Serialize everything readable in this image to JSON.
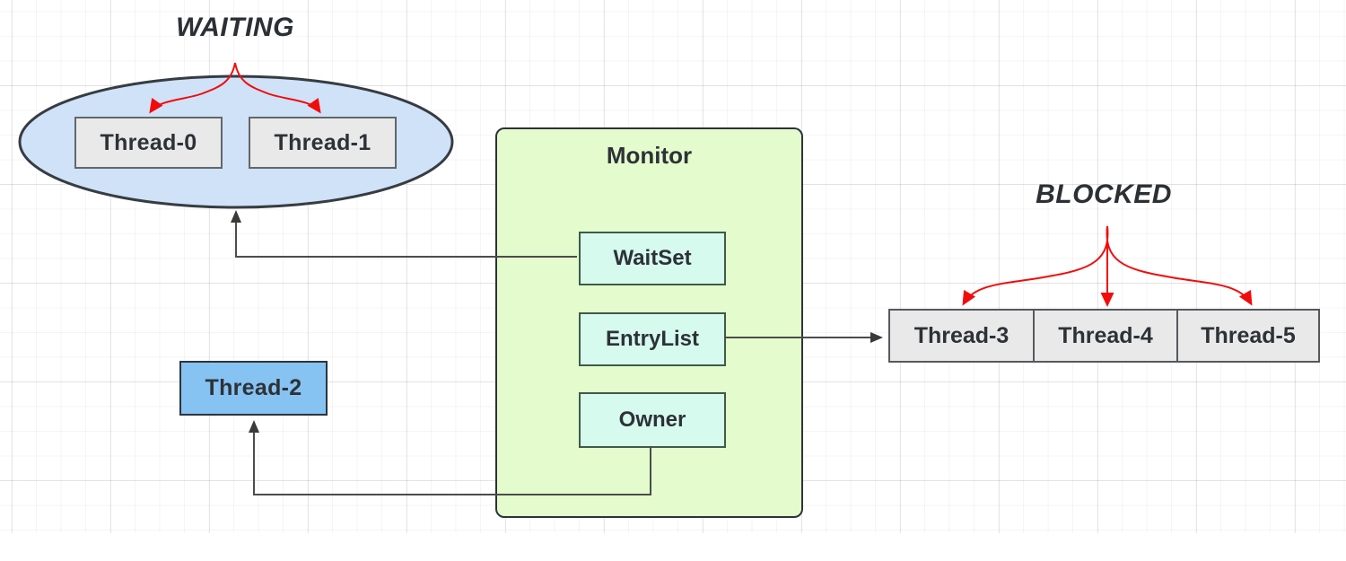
{
  "labels": {
    "waiting": "WAITING",
    "blocked": "BLOCKED",
    "monitor": "Monitor"
  },
  "nodes": {
    "thread0": "Thread-0",
    "thread1": "Thread-1",
    "thread2": "Thread-2",
    "thread3": "Thread-3",
    "thread4": "Thread-4",
    "thread5": "Thread-5",
    "waitset": "WaitSet",
    "entrylist": "EntryList",
    "owner": "Owner"
  },
  "edges": [
    {
      "from": "WaitSet",
      "to": "WAITING ellipse",
      "style": "black-arrow"
    },
    {
      "from": "EntryList",
      "to": "Thread-3",
      "style": "black-arrow"
    },
    {
      "from": "Owner",
      "to": "Thread-2",
      "style": "black-arrow"
    },
    {
      "from": "WAITING",
      "to": [
        "Thread-0",
        "Thread-1"
      ],
      "style": "red-fan-arrow"
    },
    {
      "from": "BLOCKED",
      "to": [
        "Thread-3",
        "Thread-4",
        "Thread-5"
      ],
      "style": "red-fan-arrow"
    }
  ],
  "colors": {
    "waiting_ellipse_fill": "#cfe2f8",
    "monitor_fill": "#e4fccd",
    "monitor_slot_fill": "#d6fbee",
    "thread_box_fill": "#e9e9e9",
    "thread2_fill": "#86c2f2",
    "red_arrow": "#f30b0b",
    "black_arrow": "#4c4c4c"
  }
}
